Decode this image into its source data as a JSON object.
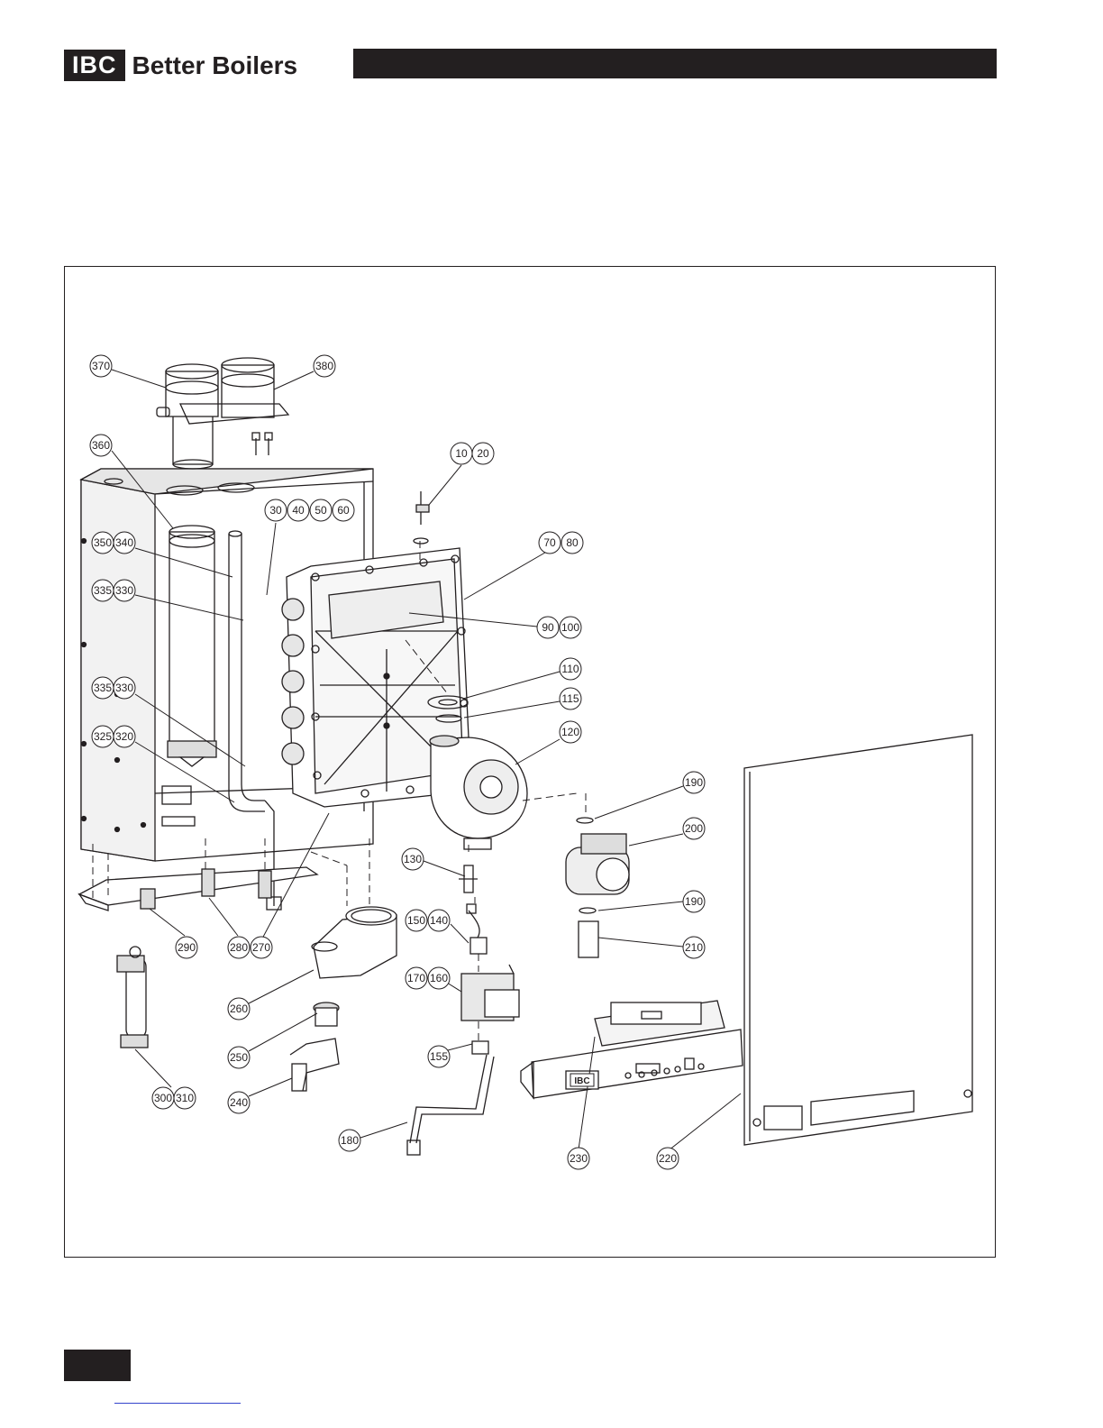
{
  "header": {
    "logo_mark": "IBC",
    "logo_text": "Better Boilers"
  },
  "diagram": {
    "callouts": [
      "370",
      "380",
      "360",
      "10",
      "20",
      "30",
      "40",
      "50",
      "60",
      "350",
      "340",
      "70",
      "80",
      "335",
      "330",
      "90",
      "100",
      "110",
      "115",
      "335",
      "330",
      "120",
      "325",
      "320",
      "190",
      "200",
      "130",
      "190",
      "150",
      "140",
      "210",
      "290",
      "280",
      "270",
      "170",
      "160",
      "260",
      "250",
      "155",
      "300",
      "310",
      "240",
      "180",
      "230",
      "220"
    ],
    "panel_logo": "IBC"
  }
}
